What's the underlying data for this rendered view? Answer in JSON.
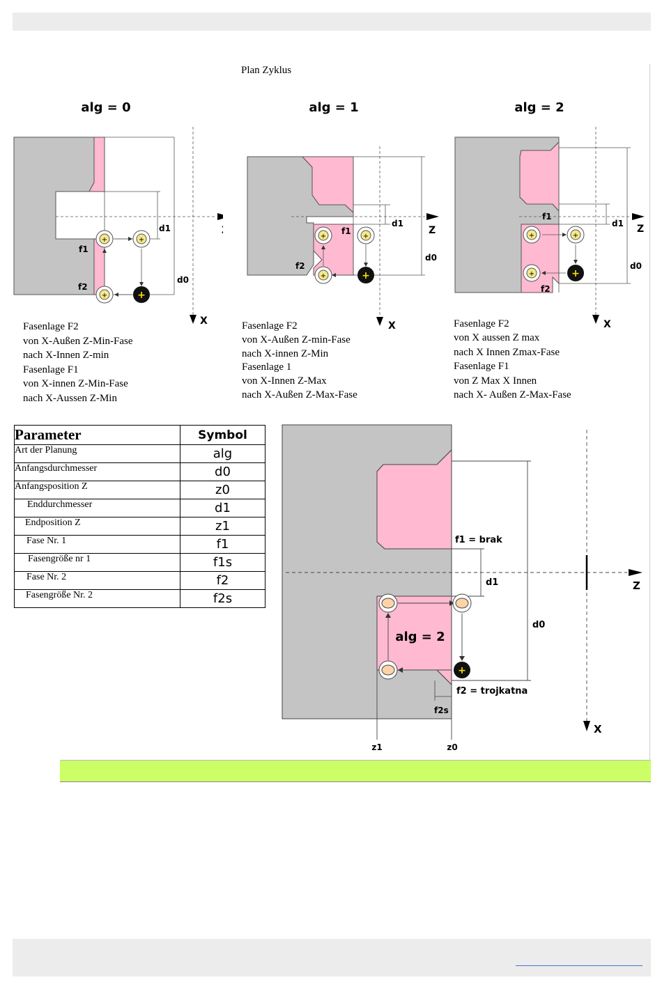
{
  "title": "Plan Zyklus",
  "diagrams": [
    {
      "heading": "alg = 0",
      "labels": {
        "f1": "f1",
        "f2": "f2",
        "d1": "d1",
        "d0": "d0",
        "z": "Z",
        "x": "X"
      }
    },
    {
      "heading": "alg = 1",
      "labels": {
        "f1": "f1",
        "f2": "f2",
        "d1": "d1",
        "d0": "d0",
        "z": "Z",
        "x": "X"
      }
    },
    {
      "heading": "alg = 2",
      "labels": {
        "f1": "f1",
        "f2": "f2",
        "d1": "d1",
        "d0": "d0",
        "z": "Z",
        "x": "X"
      }
    }
  ],
  "descriptions": [
    [
      "Fasenlage F2",
      "von X-Außen Z-Min-Fase",
      "nach X-Innen Z-min",
      "Fasenlage F1",
      "von X-innen Z-Min-Fase",
      "nach X-Aussen Z-Min"
    ],
    [
      "Fasenlage F2",
      "von X-Außen Z-min-Fase",
      "nach X-innen Z-Min",
      "Fasenlage 1",
      "von X-Innen Z-Max",
      "nach X-Außen Z-Max-Fase"
    ],
    [
      "Fasenlage F2",
      "von X aussen Z max",
      "nach X Innen Zmax-Fase",
      "Fasenlage F1",
      "von Z Max X Innen",
      "nach X- Außen Z-Max-Fase"
    ]
  ],
  "table": {
    "header": {
      "parameter": "Parameter",
      "symbol": "Symbol"
    },
    "rows": [
      {
        "name": "Art der Planung",
        "symbol": "alg"
      },
      {
        "name": "Anfangsdurchmesser",
        "symbol": "d0"
      },
      {
        "name": "Anfangsposition Z",
        "symbol": "z0"
      },
      {
        "name": "Enddurchmesser",
        "symbol": "d1"
      },
      {
        "name": "Endposition Z",
        "symbol": "z1"
      },
      {
        "name": "Fase Nr. 1",
        "symbol": "f1"
      },
      {
        "name": "Fasengröße nr 1",
        "symbol": "f1s"
      },
      {
        "name": "Fase Nr. 2",
        "symbol": "f2"
      },
      {
        "name": "Fasengröße Nr. 2",
        "symbol": "f2s"
      }
    ]
  },
  "big_diagram": {
    "f1_label": "f1 = brak",
    "f2_label": "f2 = trojkatna",
    "alg_label": "alg = 2",
    "d1": "d1",
    "d0": "d0",
    "z": "Z",
    "x": "X",
    "f2s": "f2s",
    "z1": "z1",
    "z0": "z0"
  },
  "colors": {
    "stock": "#c4c4c4",
    "cut": "#ffb9d1",
    "band": "#ccff66"
  }
}
